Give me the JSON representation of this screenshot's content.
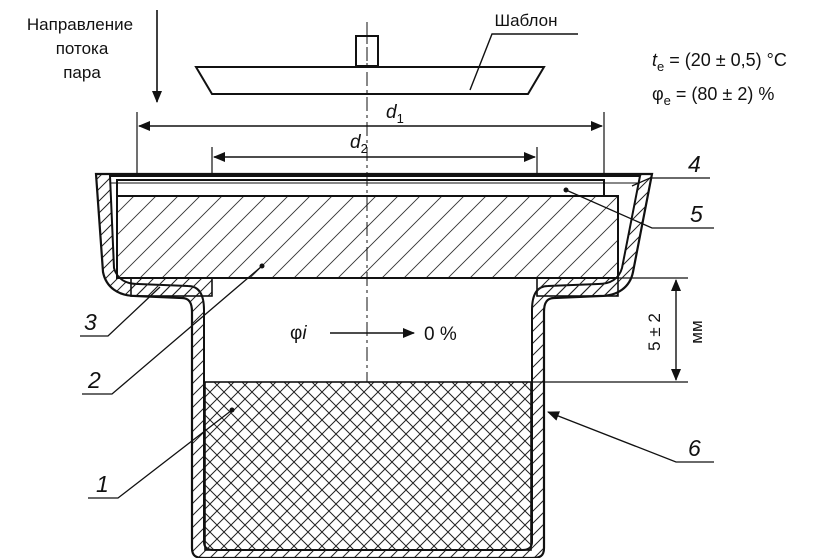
{
  "labels": {
    "flow_line1": "Направление",
    "flow_line2": "потока",
    "flow_line3": "пара",
    "template": "Шаблон",
    "te_symbol": "t",
    "te_sub": "e",
    "te_value": " = (20 ± 0,5) °C",
    "phie_symbol": "φ",
    "phie_sub": "e",
    "phie_value": " = (80 ± 2) %",
    "d1_symbol": "d",
    "d1_sub": "1",
    "d2_symbol": "d",
    "d2_sub": "2",
    "phi_i_symbol": "φ",
    "phi_i_sub": "i",
    "zero_percent": "0 %",
    "gap_value": "5 ± 2",
    "gap_unit": "мм",
    "part1": "1",
    "part2": "2",
    "part3": "3",
    "part4": "4",
    "part5": "5",
    "part6": "6"
  }
}
